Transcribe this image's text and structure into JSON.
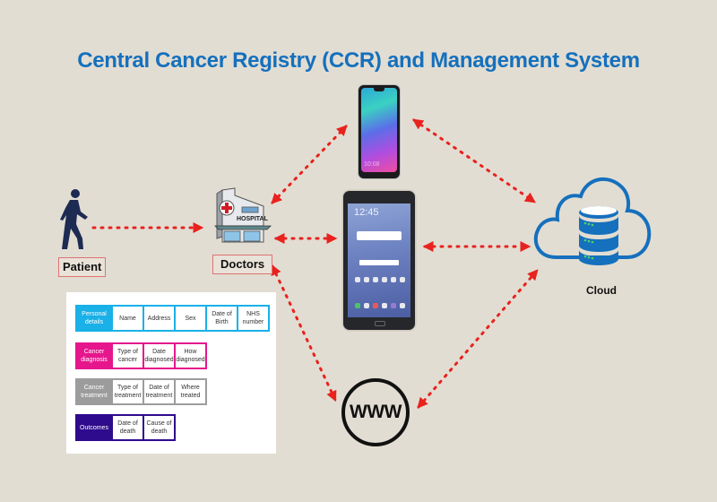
{
  "title": "Central Cancer Registry (CCR) and Management System",
  "colors": {
    "background": "#e2ddd2",
    "title": "#1570bd",
    "arrows": "#e8221e",
    "cloud": "#1570bd",
    "personal_details": "#1ab0e8",
    "cancer_diagnosis": "#e6168c",
    "cancer_treatment": "#9c9c9c",
    "outcomes": "#2e0a8c"
  },
  "nodes": {
    "patient": {
      "label": "Patient",
      "icon": "walking-person-icon"
    },
    "doctors": {
      "label": "Doctors",
      "icon": "hospital-icon"
    },
    "phone": {
      "icon": "smartphone-icon",
      "screen_time": "10:08"
    },
    "tablet": {
      "icon": "tablet-icon",
      "screen_time": "12:45"
    },
    "cloud": {
      "label": "Cloud",
      "icon": "cloud-database-icon"
    },
    "www": {
      "label": "WWW",
      "icon": "world-wide-web-icon"
    }
  },
  "data_groups": [
    {
      "header": "Personal details",
      "fields": [
        "Name",
        "Address",
        "Sex",
        "Date of Birth",
        "NHS number"
      ]
    },
    {
      "header": "Cancer diagnosis",
      "fields": [
        "Type of cancer",
        "Date diagnosed",
        "How diagnosed"
      ]
    },
    {
      "header": "Cancer treatment",
      "fields": [
        "Type of treatment",
        "Date of treatment",
        "Where treated"
      ]
    },
    {
      "header": "Outcomes",
      "fields": [
        "Date of death",
        "Cause of death"
      ]
    }
  ]
}
